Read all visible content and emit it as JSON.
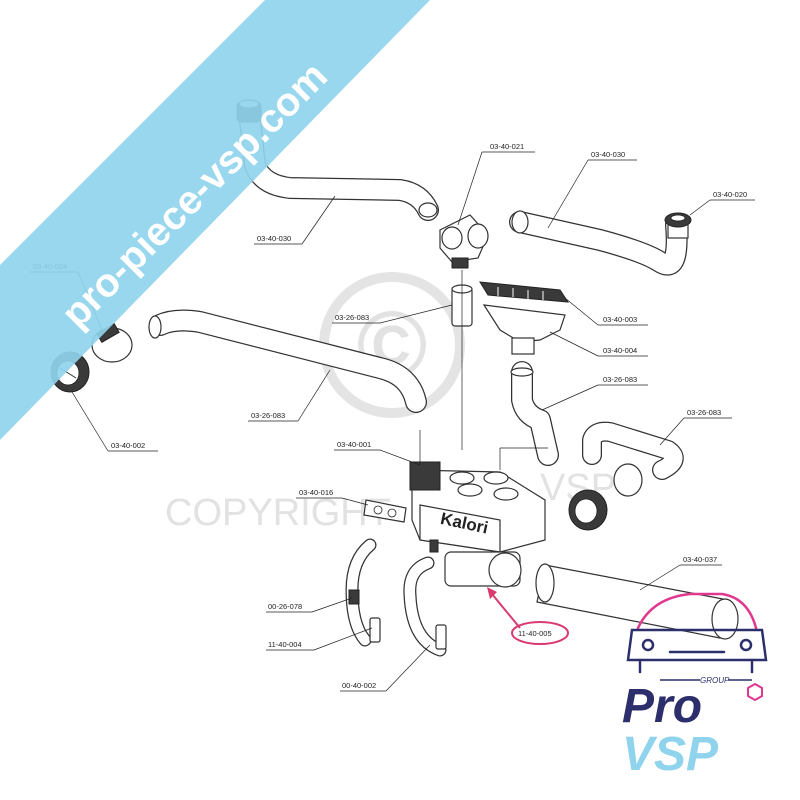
{
  "watermark": {
    "banner_text": "pro-piece-vsp.com",
    "copyright_text": "COPYRIGHT",
    "copyright_suffix": "VSP",
    "copyright_symbol": "©"
  },
  "logo": {
    "group_text": "GROUP",
    "pro_text": "Pro",
    "vsp_text": "VSP"
  },
  "callouts": [
    {
      "id": "c1",
      "label": "03-40-021"
    },
    {
      "id": "c2",
      "label": "03-40-030"
    },
    {
      "id": "c3",
      "label": "03-40-020"
    },
    {
      "id": "c4",
      "label": "03-40-030"
    },
    {
      "id": "c5",
      "label": "03-40-024"
    },
    {
      "id": "c6",
      "label": "03-26-083"
    },
    {
      "id": "c7",
      "label": "03-40-003"
    },
    {
      "id": "c8",
      "label": "03-40-004"
    },
    {
      "id": "c9",
      "label": "03-26-083"
    },
    {
      "id": "c10",
      "label": "03-26-083"
    },
    {
      "id": "c11",
      "label": "03-40-002"
    },
    {
      "id": "c12",
      "label": "03-26-083"
    },
    {
      "id": "c13",
      "label": "03-40-001"
    },
    {
      "id": "c14",
      "label": "03-40-016"
    },
    {
      "id": "c15",
      "label": "03-40-037"
    },
    {
      "id": "c16",
      "label": "00-26-078"
    },
    {
      "id": "c17",
      "label": "11-40-004"
    },
    {
      "id": "c18",
      "label": "00-40-002"
    },
    {
      "id": "c19",
      "label": "11-40-005"
    }
  ],
  "heater_brand": "Kalori",
  "colors": {
    "banner": "#8fd4ec",
    "highlight": "#d93a6e",
    "logo_navy": "#2c2f6b",
    "logo_pink": "#e0388f",
    "logo_light": "#8fd4ec"
  }
}
